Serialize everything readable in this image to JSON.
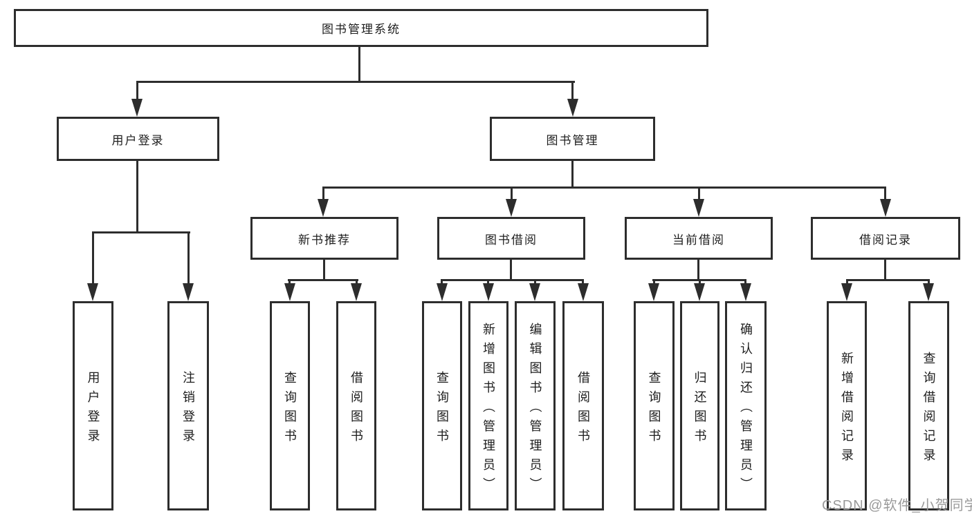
{
  "diagram": {
    "root": {
      "label": "图书管理系统"
    },
    "level2": {
      "user_login": {
        "label": "用户登录"
      },
      "book_management": {
        "label": "图书管理"
      }
    },
    "level3": {
      "new_book_rec": {
        "label": "新书推荐"
      },
      "book_borrow": {
        "label": "图书借阅"
      },
      "current_borrow": {
        "label": "当前借阅"
      },
      "borrow_records": {
        "label": "借阅记录"
      }
    },
    "leaves": {
      "user_login": "用户登录",
      "logout": "注销登录",
      "nr_query_books": "查询图书",
      "nr_borrow_books": "借阅图书",
      "bb_query_books": "查询图书",
      "bb_add_books": "新增图书（管理员）",
      "bb_edit_books": "编辑图书（管理员）",
      "bb_borrow_books": "借阅图书",
      "cb_query_books": "查询图书",
      "cb_return_books": "归还图书",
      "cb_confirm_return": "确认归还（管理员）",
      "br_add_record": "新增借阅记录",
      "br_query_record": "查询借阅记录"
    }
  },
  "watermark": "CSDN @软件_小贺同学",
  "colors": {
    "line": "#2d2d2d",
    "text": "#1e1e1e",
    "watermark": "#9a9a9a",
    "background": "#ffffff"
  }
}
